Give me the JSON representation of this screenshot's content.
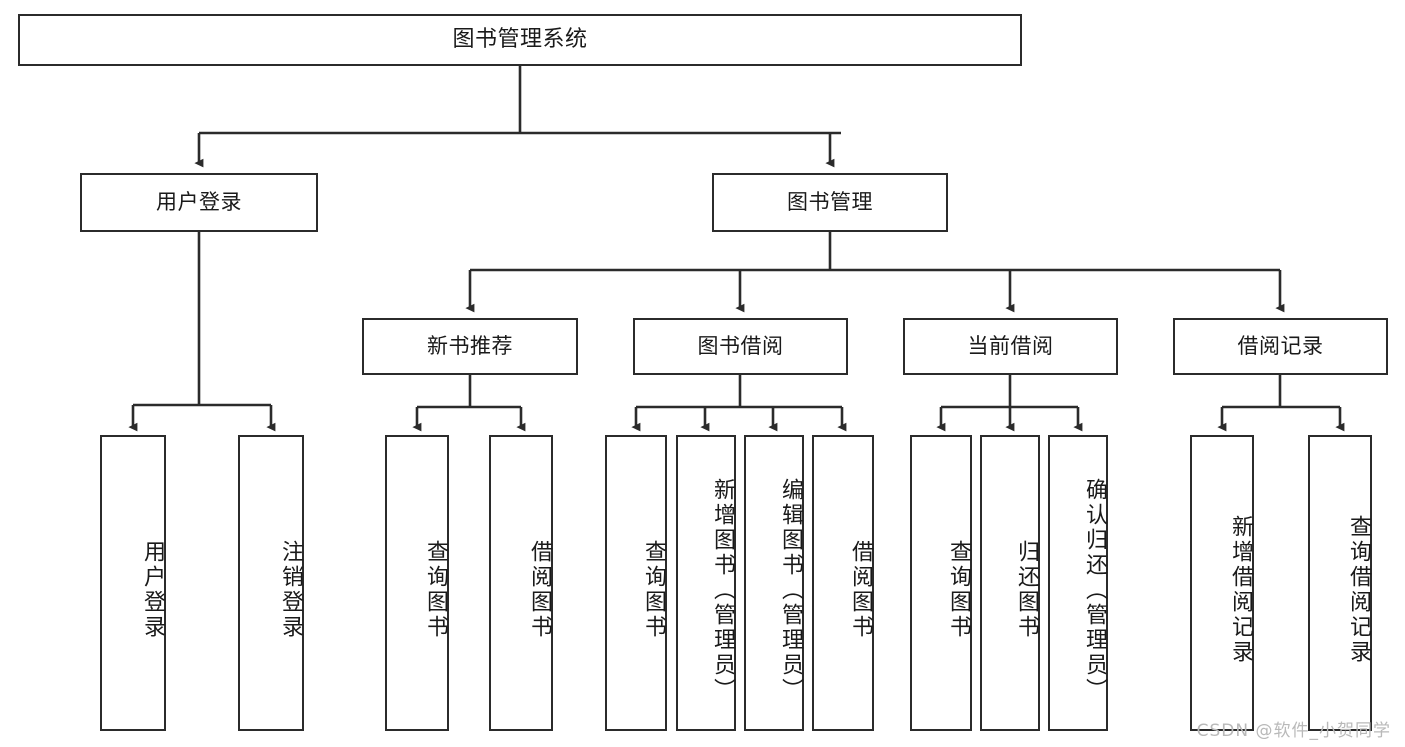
{
  "diagram": {
    "title": "图书管理系统",
    "type": "function-structure-tree",
    "watermark": "CSDN @软件_小贺同学",
    "colors": {
      "stroke": "#2b2b2b",
      "fill": "#ffffff",
      "text": "#1a1a1a",
      "watermark": "#b9b9b9"
    },
    "levels": {
      "root": {
        "label": "图书管理系统"
      },
      "level2": [
        {
          "label": "用户登录"
        },
        {
          "label": "图书管理"
        }
      ],
      "level3": [
        {
          "label": "新书推荐"
        },
        {
          "label": "图书借阅"
        },
        {
          "label": "当前借阅"
        },
        {
          "label": "借阅记录"
        }
      ],
      "leaves": [
        {
          "label": "用户登录",
          "parent": "用户登录"
        },
        {
          "label": "注销登录",
          "parent": "用户登录"
        },
        {
          "label": "查询图书",
          "parent": "新书推荐"
        },
        {
          "label": "借阅图书",
          "parent": "新书推荐"
        },
        {
          "label": "查询图书",
          "parent": "图书借阅"
        },
        {
          "label": "新增图书（管理员）",
          "parent": "图书借阅"
        },
        {
          "label": "编辑图书（管理员）",
          "parent": "图书借阅"
        },
        {
          "label": "借阅图书",
          "parent": "图书借阅"
        },
        {
          "label": "查询图书",
          "parent": "当前借阅"
        },
        {
          "label": "归还图书",
          "parent": "当前借阅"
        },
        {
          "label": "确认归还（管理员）",
          "parent": "当前借阅"
        },
        {
          "label": "新增借阅记录",
          "parent": "借阅记录"
        },
        {
          "label": "查询借阅记录",
          "parent": "借阅记录"
        }
      ]
    }
  }
}
